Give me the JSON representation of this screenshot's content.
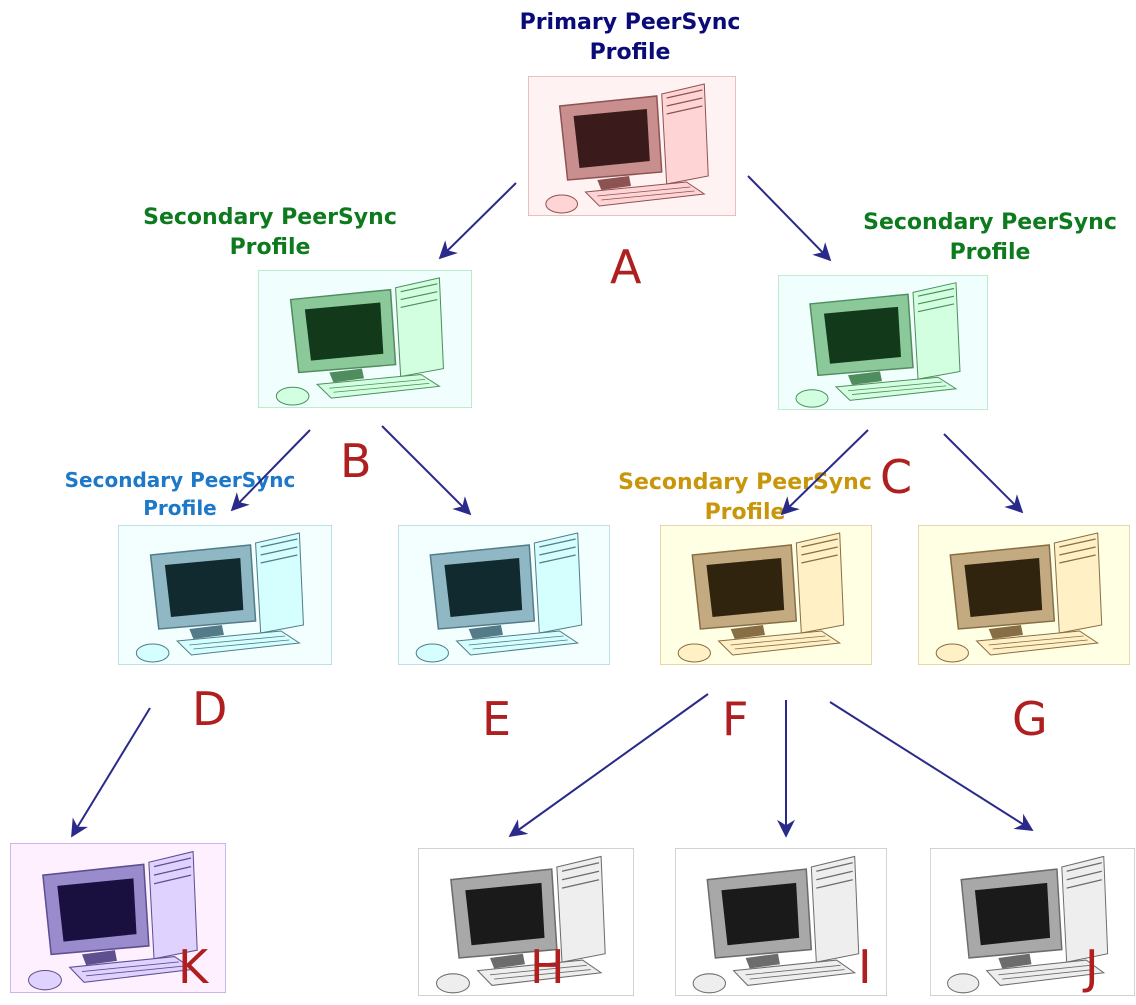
{
  "profile_labels": {
    "primary": "Primary PeerSync Profile",
    "secondary_green_left": "Secondary PeerSync Profile",
    "secondary_green_right": "Secondary PeerSync Profile",
    "secondary_blue": "Secondary PeerSync Profile",
    "secondary_gold": "Secondary PeerSync Profile"
  },
  "nodes": [
    {
      "id": "A",
      "label": "A",
      "color": "#c98e8e",
      "screen": "#3a1a1a"
    },
    {
      "id": "B",
      "label": "B",
      "color": "#8cc99a",
      "screen": "#123a1a"
    },
    {
      "id": "C",
      "label": "C",
      "color": "#8cc99a",
      "screen": "#123a1a"
    },
    {
      "id": "D",
      "label": "D",
      "color": "#8fb8c4",
      "screen": "#102a30"
    },
    {
      "id": "E",
      "label": "E",
      "color": "#8fb8c4",
      "screen": "#102a30"
    },
    {
      "id": "F",
      "label": "F",
      "color": "#c4aa80",
      "screen": "#30240e"
    },
    {
      "id": "G",
      "label": "G",
      "color": "#c4aa80",
      "screen": "#30240e"
    },
    {
      "id": "H",
      "label": "H",
      "color": "#a8a8a8",
      "screen": "#1a1a1a"
    },
    {
      "id": "I",
      "label": "I",
      "color": "#a8a8a8",
      "screen": "#1a1a1a"
    },
    {
      "id": "J",
      "label": "J",
      "color": "#a8a8a8",
      "screen": "#1a1a1a"
    },
    {
      "id": "K",
      "label": "K",
      "color": "#9a8ccc",
      "screen": "#1a1040"
    }
  ],
  "edges": [
    [
      "A",
      "B"
    ],
    [
      "A",
      "C"
    ],
    [
      "B",
      "D"
    ],
    [
      "B",
      "E"
    ],
    [
      "C",
      "F"
    ],
    [
      "C",
      "G"
    ],
    [
      "D",
      "K"
    ],
    [
      "F",
      "H"
    ],
    [
      "F",
      "I"
    ],
    [
      "F",
      "J"
    ]
  ],
  "colors": {
    "arrow": "#2a2a8a",
    "letter": "#b01f1f"
  }
}
